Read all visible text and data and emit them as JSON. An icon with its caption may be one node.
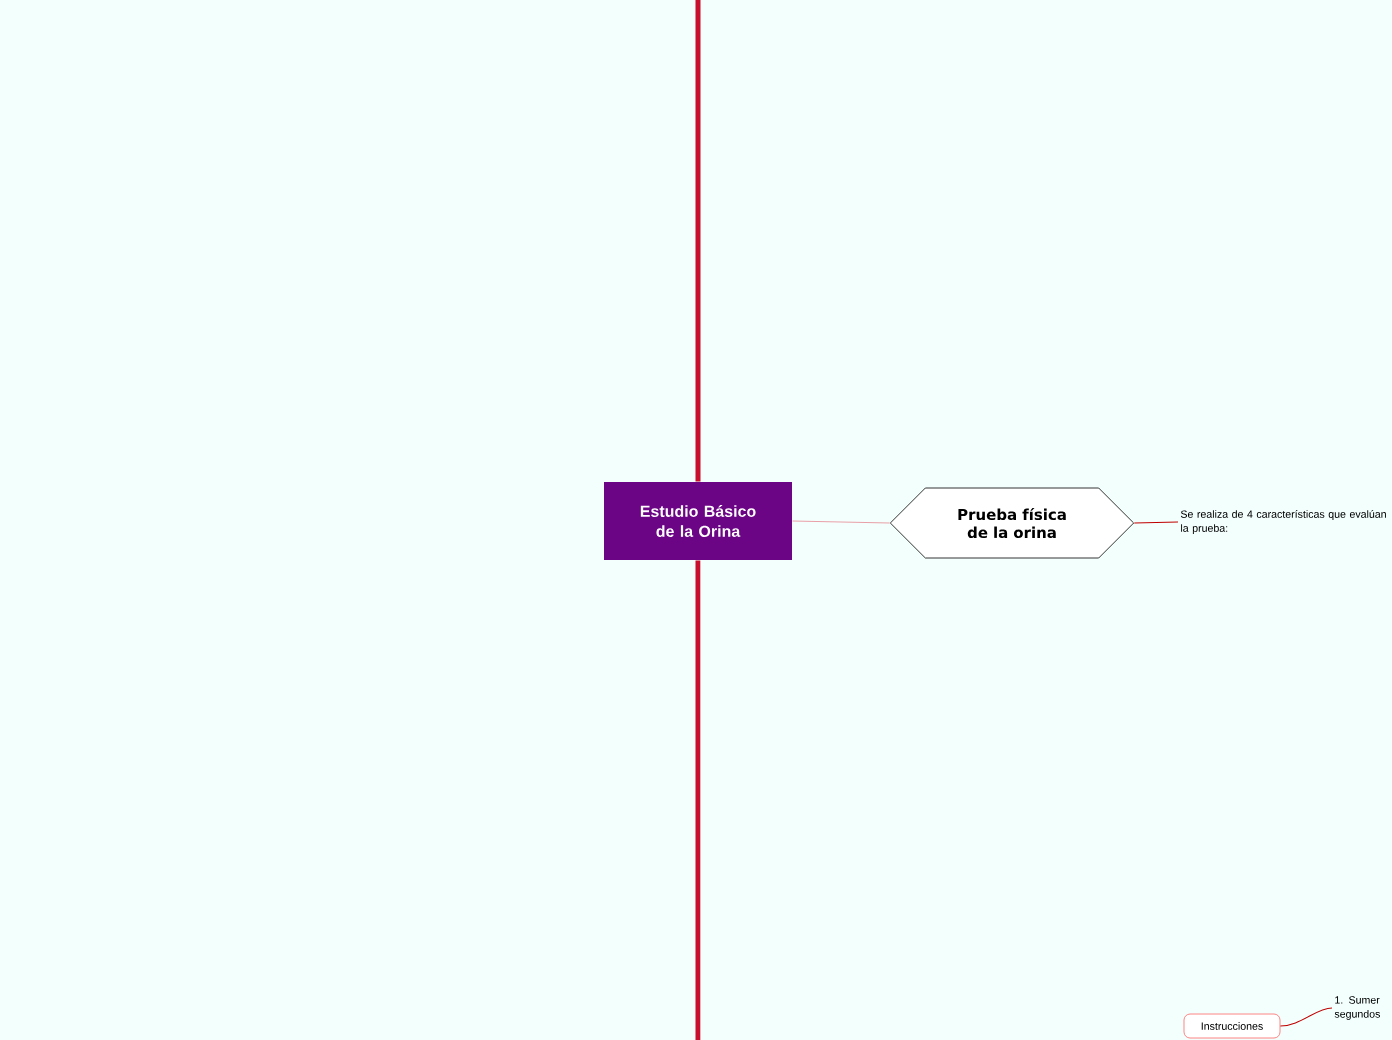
{
  "diagram": {
    "nodes": [
      {
        "text": [
          "Estudio Básico de la Orina"
        ]
      },
      {
        "text": [
          "Prueba física de la orina"
        ]
      },
      {
        "text": [
          "Se realiza de 4 características que evalúan la prueba:"
        ]
      },
      {
        "text": [
          "Instrucciones"
        ]
      },
      {
        "text": [
          "1. Sumer segundos"
        ]
      }
    ],
    "edges": [
      {
        "from": 0,
        "to": null,
        "arrow": "none",
        "style": "thick",
        "color": "#c8102e"
      },
      {
        "from": 0,
        "to": null,
        "arrow": "none",
        "style": "thick",
        "color": "#c8102e"
      },
      {
        "from": 0,
        "to": 1,
        "arrow": "none",
        "color": "#e8a0a8"
      },
      {
        "from": 1,
        "to": 2,
        "arrow": "none"
      },
      {
        "from": 3,
        "to": 4,
        "arrow": "none"
      }
    ]
  }
}
